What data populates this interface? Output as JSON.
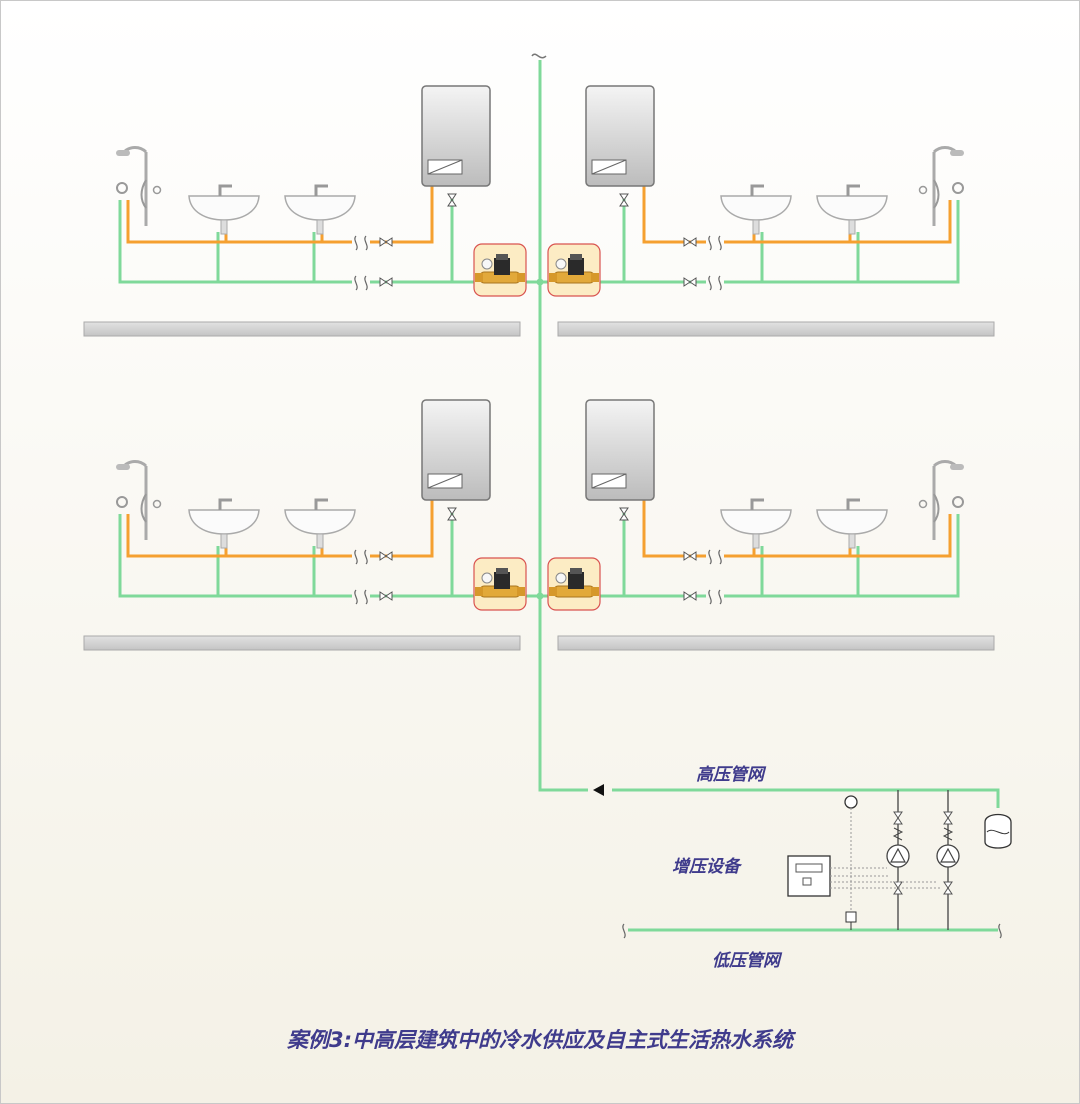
{
  "labels": {
    "high_pressure_network": "高压管网",
    "booster_equipment": "增压设备",
    "low_pressure_network": "低压管网"
  },
  "caption": "案例3:中高层建筑中的冷水供应及自主式生活热水系统",
  "colors": {
    "cold_water": "#7fd99a",
    "hot_water": "#f5a030",
    "label_text": "#3f3b8c",
    "valve_highlight": "#fcecc4",
    "valve_border": "#d9534f",
    "heater_fill": "#d0d0d0",
    "floor_slab": "#cfcfcf"
  },
  "icons": [
    "shower-icon",
    "washbasin-icon",
    "water-heater-icon",
    "pressure-reducing-valve-icon",
    "shutoff-valve-icon",
    "pump-icon",
    "expansion-tank-icon",
    "controller-icon",
    "flow-direction-arrow-icon"
  ]
}
